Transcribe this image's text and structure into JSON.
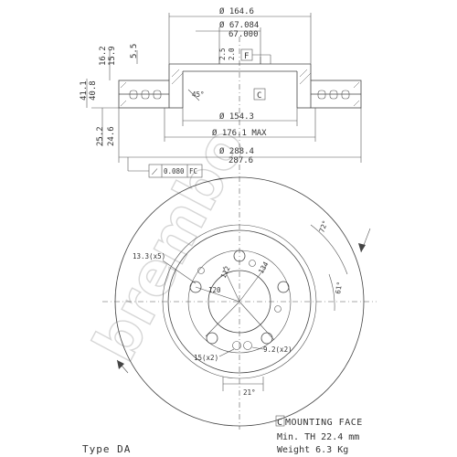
{
  "watermark": "brembo",
  "section": {
    "dims": {
      "d1": "Ø 164.6",
      "d2a": "Ø 67.084",
      "d2b": "67.000",
      "d3": "Ø 154.3",
      "d4": "Ø 176.1 MAX",
      "d5a": "Ø 288.4",
      "d5b": "287.6",
      "h1a": "16.2",
      "h1b": "15.9",
      "h2": "5.5",
      "h3": "41.1",
      "h4": "40.8",
      "h5a": "25.2",
      "h5b": "24.6",
      "hub_a": "2.5",
      "hub_b": "2.0",
      "angle": "45°"
    },
    "datum_f": "F",
    "datum_c": "C",
    "tolerance": {
      "symbol": "⟋",
      "value": "0.080",
      "ref": "FC"
    }
  },
  "front": {
    "labels": {
      "holes": "13.3(x5)",
      "pcd": "120",
      "r112": "112",
      "r134": "134",
      "a72": "72°",
      "a61": "61°",
      "holes2": "9.2(x2)",
      "holes3": "15(x2)",
      "a21": "21°"
    }
  },
  "footer": {
    "type_label": "Type DA",
    "mounting_symbol": "C",
    "mounting_text": "MOUNTING FACE",
    "min_th_label": "Min. TH",
    "min_th_value": "22.4 mm",
    "weight_label": "Weight",
    "weight_value": "6.3 Kg"
  }
}
